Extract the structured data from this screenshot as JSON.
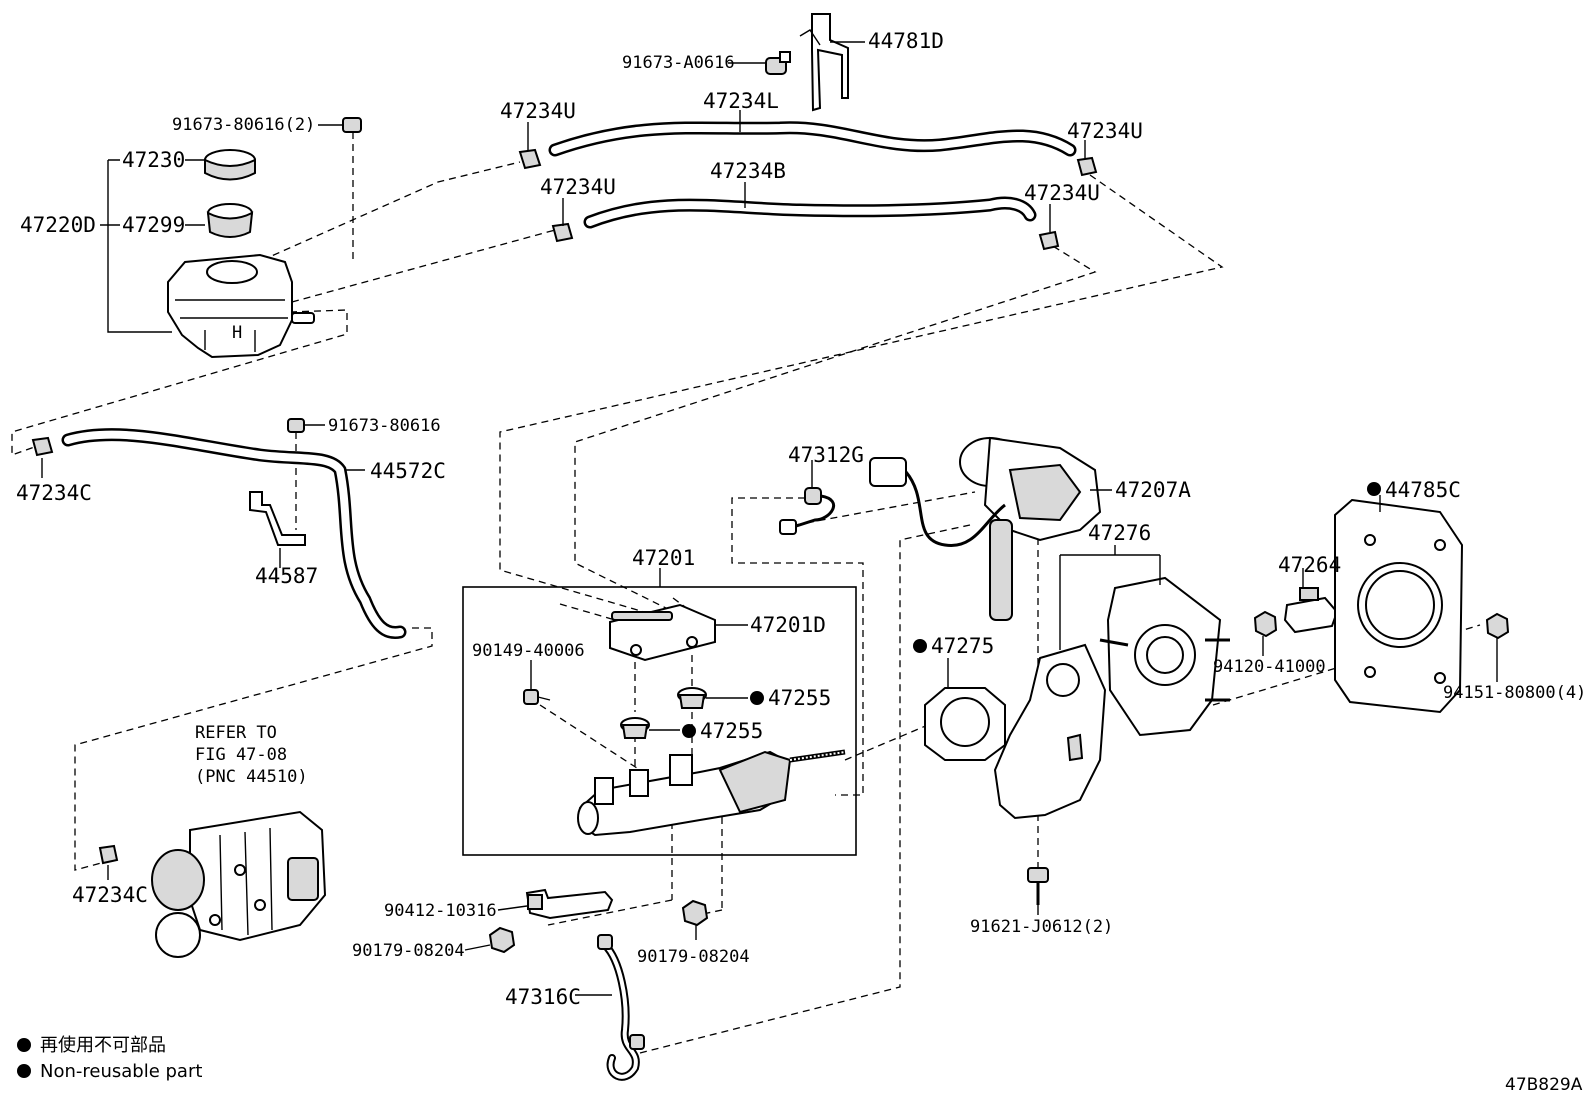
{
  "labels": {
    "l_91673_A0616": "91673-A0616",
    "l_44781D": "44781D",
    "l_91673_80616_2": "91673-80616(2)",
    "l_47234U_a": "47234U",
    "l_47234L": "47234L",
    "l_47234U_b": "47234U",
    "l_47230": "47230",
    "l_47220D": "47220D",
    "l_47299": "47299",
    "l_47234U_c": "47234U",
    "l_47234B": "47234B",
    "l_47234U_d": "47234U",
    "l_91673_80616": "91673-80616",
    "l_44572C": "44572C",
    "l_47234C_a": "47234C",
    "l_44587": "44587",
    "l_47312G": "47312G",
    "l_47207A": "47207A",
    "l_44785C": "44785C",
    "l_47276": "47276",
    "l_47264": "47264",
    "l_47201": "47201",
    "l_47201D": "47201D",
    "l_90149_40006": "90149-40006",
    "l_47255_a": "47255",
    "l_47255_b": "47255",
    "l_47275": "47275",
    "l_94120_41000": "94120-41000",
    "l_94151_80800_4": "94151-80800(4)",
    "l_refer_1": "REFER TO",
    "l_refer_2": "FIG 47-08",
    "l_refer_3": "(PNC 44510)",
    "l_47234C_b": "47234C",
    "l_90412_10316": "90412-10316",
    "l_90179_08204_a": "90179-08204",
    "l_90179_08204_b": "90179-08204",
    "l_91621_J0612_2": "91621-J0612(2)",
    "l_47316C": "47316C"
  },
  "legend": {
    "line1": "再使用不可部品",
    "line2": "Non-reusable part"
  },
  "diagram_code": "47B829A",
  "colors": {
    "line": "#000000",
    "background": "#ffffff",
    "part_shade": "#d9d9d9"
  }
}
